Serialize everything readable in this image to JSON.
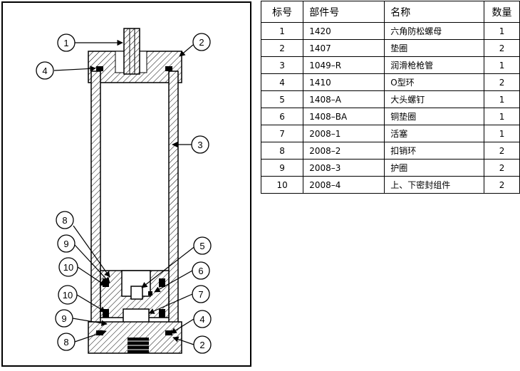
{
  "table": {
    "headers": [
      "标号",
      "部件号",
      "名称",
      "数量"
    ],
    "rows": [
      {
        "no": "1",
        "part": "1420",
        "name": "六角防松螺母",
        "qty": "1"
      },
      {
        "no": "2",
        "part": "1407",
        "name": "垫圈",
        "qty": "2"
      },
      {
        "no": "3",
        "part": "1049–R",
        "name": "润滑枪枪管",
        "qty": "1"
      },
      {
        "no": "4",
        "part": "1410",
        "name": "O型环",
        "qty": "2"
      },
      {
        "no": "5",
        "part": "1408–A",
        "name": "大头螺钉",
        "qty": "1"
      },
      {
        "no": "6",
        "part": "1408–BA",
        "name": "铜垫圈",
        "qty": "1"
      },
      {
        "no": "7",
        "part": "2008–1",
        "name": "活塞",
        "qty": "1"
      },
      {
        "no": "8",
        "part": "2008–2",
        "name": "扣销环",
        "qty": "2"
      },
      {
        "no": "9",
        "part": "2008–3",
        "name": "护圈",
        "qty": "2"
      },
      {
        "no": "10",
        "part": "2008–4",
        "name": "上、下密封组件",
        "qty": "2"
      }
    ]
  },
  "callouts": [
    {
      "label": "1"
    },
    {
      "label": "2"
    },
    {
      "label": "4"
    },
    {
      "label": "3"
    },
    {
      "label": "8"
    },
    {
      "label": "9"
    },
    {
      "label": "10"
    },
    {
      "label": "5"
    },
    {
      "label": "6"
    },
    {
      "label": "10"
    },
    {
      "label": "7"
    },
    {
      "label": "9"
    },
    {
      "label": "4"
    },
    {
      "label": "8"
    },
    {
      "label": "2"
    }
  ]
}
